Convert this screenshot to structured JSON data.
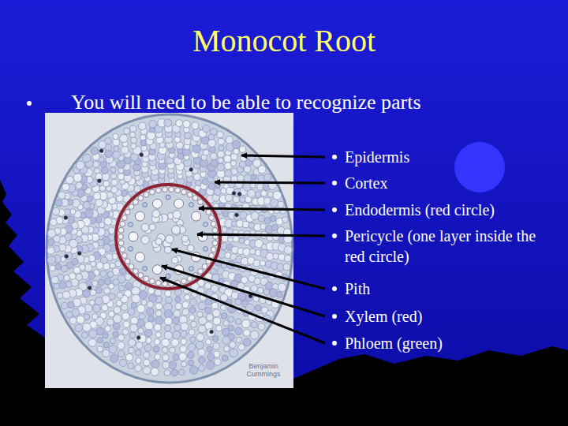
{
  "diagram": {
    "title": "Monocot Root",
    "labels": [
      "You will need to be able to recognize parts",
      "Epidermis",
      "Cortex",
      "Endodermis (red circle)",
      "Pericycle (one layer inside the red circle)",
      "Pith",
      "Xylem (red)",
      "Phloem (green)",
      "Benjamin Cummings"
    ]
  }
}
